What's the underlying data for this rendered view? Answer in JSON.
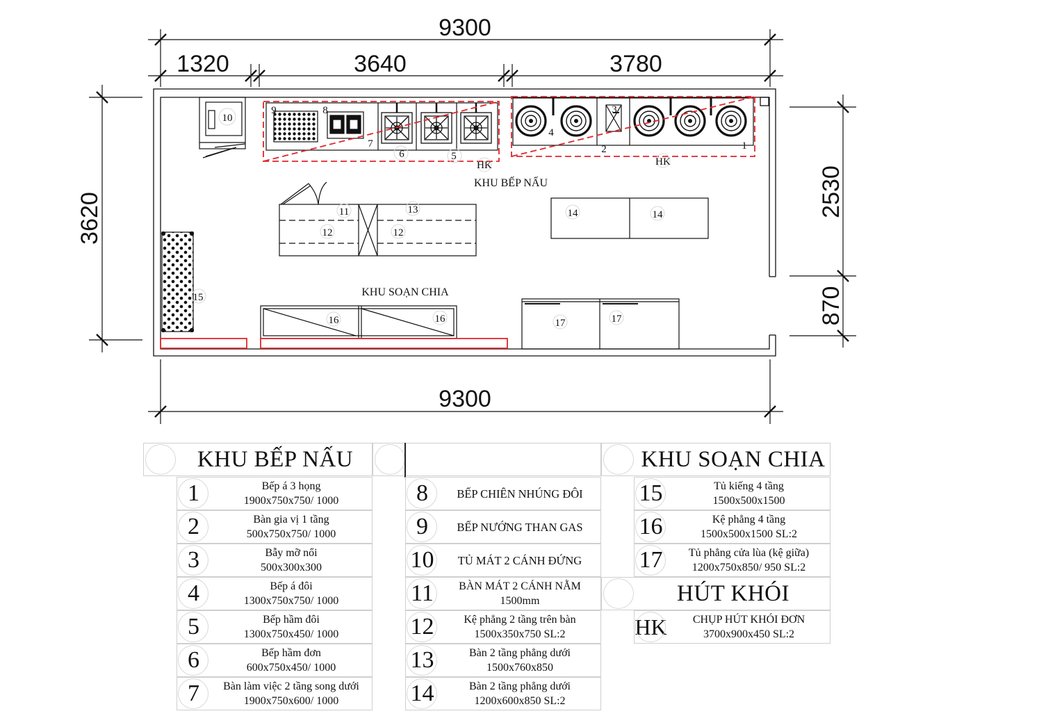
{
  "dimensions": {
    "top_total": "9300",
    "seg_left": "1320",
    "seg_mid": "3640",
    "seg_right": "3780",
    "left_height": "3620",
    "right_upper": "2530",
    "right_lower": "870",
    "bottom_total": "9300"
  },
  "plan_labels": {
    "zone_cooking": "KHU BẾP NẤU",
    "zone_prep": "KHU SOẠN CHIA",
    "hood_left": "HK",
    "hood_right": "HK",
    "tags": [
      "1",
      "2",
      "3",
      "4",
      "5",
      "6",
      "7",
      "8",
      "9",
      "10",
      "11",
      "12",
      "12",
      "13",
      "14",
      "14",
      "15",
      "16",
      "16",
      "17",
      "17"
    ]
  },
  "legend_cooking": {
    "title": "KHU BẾP NẤU",
    "items": [
      {
        "num": "1",
        "line1": "Bếp á 3 họng",
        "line2": "1900x750x750/ 1000"
      },
      {
        "num": "2",
        "line1": "Bàn gia vị 1 tầng",
        "line2": "500x750x750/ 1000"
      },
      {
        "num": "3",
        "line1": "Bẫy mỡ nổi",
        "line2": "500x300x300"
      },
      {
        "num": "4",
        "line1": "Bếp á đôi",
        "line2": "1300x750x750/ 1000"
      },
      {
        "num": "5",
        "line1": "Bếp hầm đôi",
        "line2": "1300x750x450/ 1000"
      },
      {
        "num": "6",
        "line1": "Bếp hầm đơn",
        "line2": "600x750x450/ 1000"
      },
      {
        "num": "7",
        "line1": "Bàn làm việc 2 tầng song dưới",
        "line2": "1900x750x600/ 1000"
      }
    ]
  },
  "legend_middle": {
    "title": "",
    "items": [
      {
        "num": "8",
        "line1": "BẾP CHIÊN NHÚNG ĐÔI",
        "line2": ""
      },
      {
        "num": "9",
        "line1": "BẾP NƯỚNG THAN GAS",
        "line2": ""
      },
      {
        "num": "10",
        "line1": "TỦ MÁT 2 CÁNH ĐỨNG",
        "line2": ""
      },
      {
        "num": "11",
        "line1": "BÀN MÁT 2 CÁNH NẰM",
        "line2": "1500mm"
      },
      {
        "num": "12",
        "line1": "Kệ phẳng 2 tầng trên bàn",
        "line2": "1500x350x750   SL:2"
      },
      {
        "num": "13",
        "line1": "Bàn 2 tầng phẳng dưới",
        "line2": "1500x760x850"
      },
      {
        "num": "14",
        "line1": "Bàn 2 tầng phẳng dưới",
        "line2": "1200x600x850   SL:2"
      }
    ]
  },
  "legend_prep": {
    "title": "KHU SOẠN CHIA",
    "items": [
      {
        "num": "15",
        "line1": "Tủ kiếng 4 tầng",
        "line2": "1500x500x1500"
      },
      {
        "num": "16",
        "line1": "Kệ phẳng 4 tầng",
        "line2": "1500x500x1500   SL:2"
      },
      {
        "num": "17",
        "line1": "Tủ phẳng cửa lùa (kệ giữa)",
        "line2": "1200x750x850/ 950   SL:2"
      }
    ]
  },
  "legend_hood": {
    "title": "HÚT KHÓI",
    "items": [
      {
        "num": "HK",
        "line1": "CHỤP HÚT KHÓI ĐƠN",
        "line2": "3700x900x450   SL:2"
      }
    ]
  },
  "colors": {
    "line": "#111111",
    "red": "#e0262b",
    "grid": "#cfcfcf"
  }
}
